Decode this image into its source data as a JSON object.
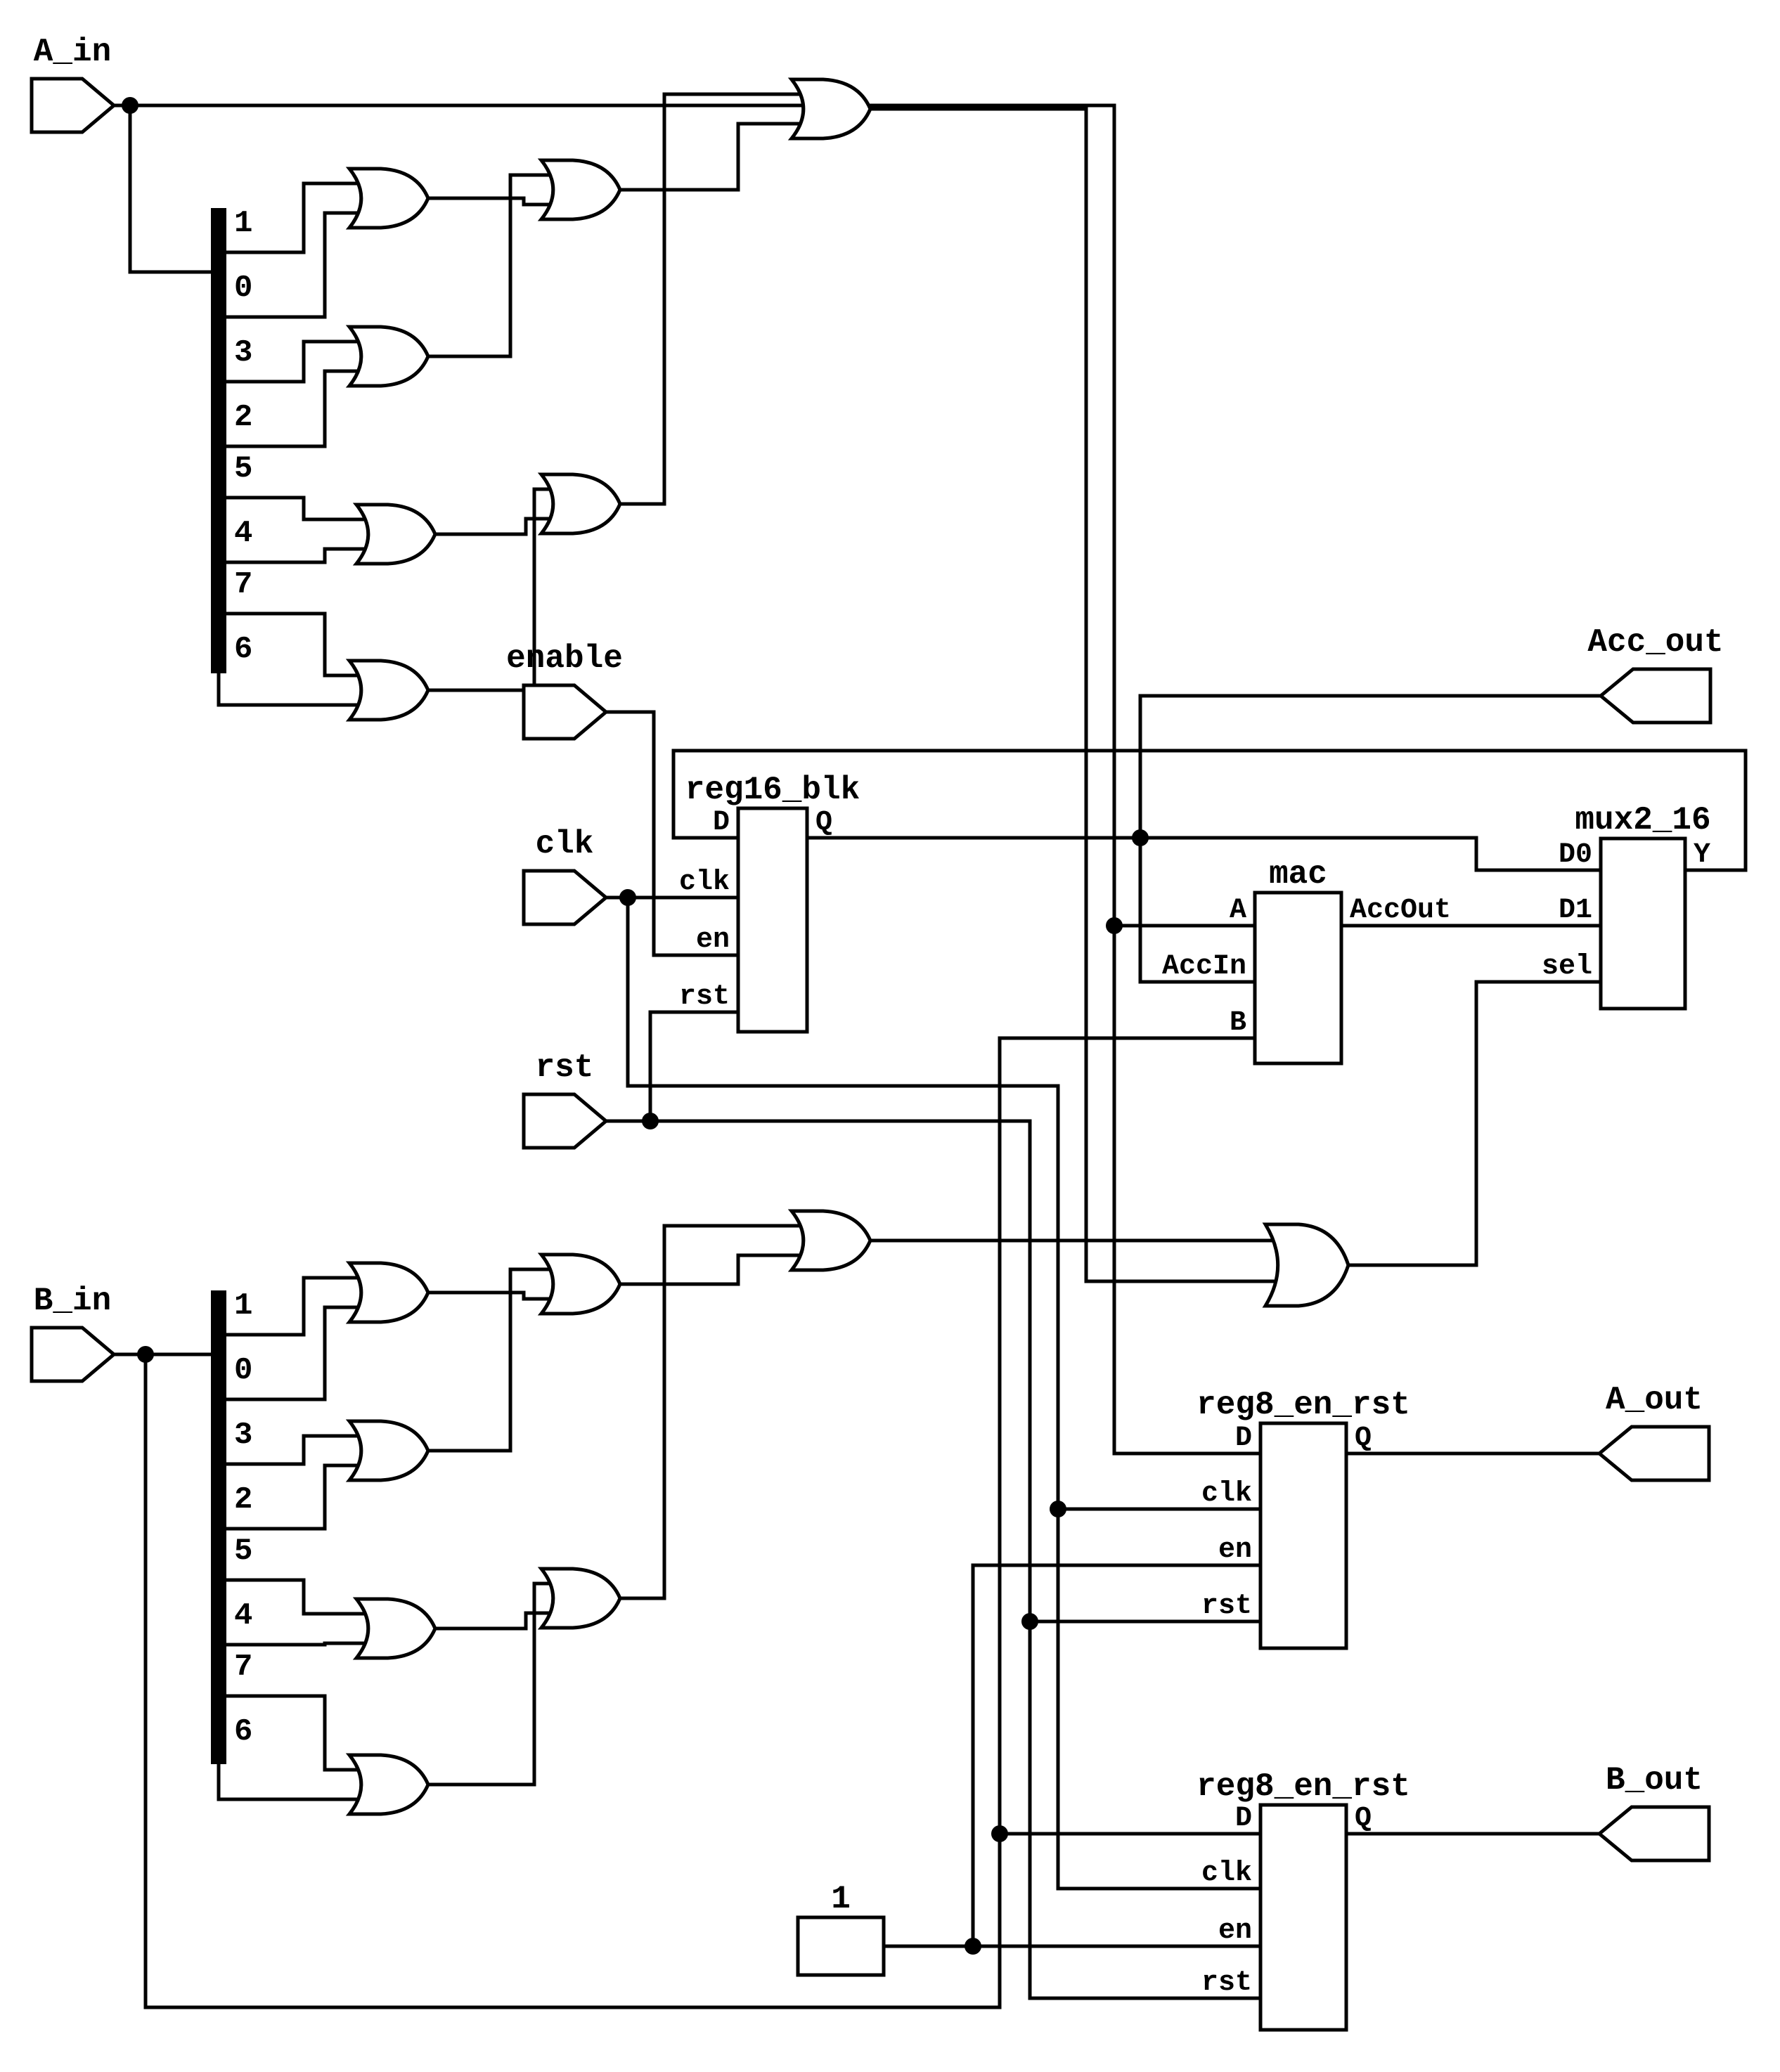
{
  "colors": {
    "stroke": "#000000",
    "background": "#ffffff"
  },
  "ports": {
    "inputs": [
      {
        "id": "a_in",
        "label": "A_in"
      },
      {
        "id": "enable",
        "label": "enable"
      },
      {
        "id": "clk",
        "label": "clk"
      },
      {
        "id": "rst",
        "label": "rst"
      },
      {
        "id": "b_in",
        "label": "B_in"
      }
    ],
    "outputs": [
      {
        "id": "acc_out",
        "label": "Acc_out"
      },
      {
        "id": "a_out",
        "label": "A_out"
      },
      {
        "id": "b_out",
        "label": "B_out"
      }
    ]
  },
  "blocks": [
    {
      "id": "reg16_blk",
      "name": "reg16_blk",
      "pins_left": [
        "D",
        "clk",
        "en",
        "rst"
      ],
      "pins_right": [
        "Q"
      ]
    },
    {
      "id": "mac",
      "name": "mac",
      "pins_left": [
        "A",
        "AccIn",
        "B"
      ],
      "pins_right": [
        "AccOut"
      ]
    },
    {
      "id": "mux2_16",
      "name": "mux2_16",
      "pins_left": [
        "D0",
        "D1",
        "sel"
      ],
      "pins_right": [
        "Y"
      ]
    },
    {
      "id": "reg8_a",
      "name": "reg8_en_rst",
      "pins_left": [
        "D",
        "clk",
        "en",
        "rst"
      ],
      "pins_right": [
        "Q"
      ]
    },
    {
      "id": "reg8_b",
      "name": "reg8_en_rst",
      "pins_left": [
        "D",
        "clk",
        "en",
        "rst"
      ],
      "pins_right": [
        "Q"
      ]
    }
  ],
  "bus_splitters": [
    {
      "id": "bus_a",
      "bits": [
        "1",
        "0",
        "3",
        "2",
        "5",
        "4",
        "7",
        "6"
      ]
    },
    {
      "id": "bus_b",
      "bits": [
        "1",
        "0",
        "3",
        "2",
        "5",
        "4",
        "7",
        "6"
      ]
    }
  ],
  "constants": [
    {
      "id": "const1",
      "value": "1"
    }
  ]
}
